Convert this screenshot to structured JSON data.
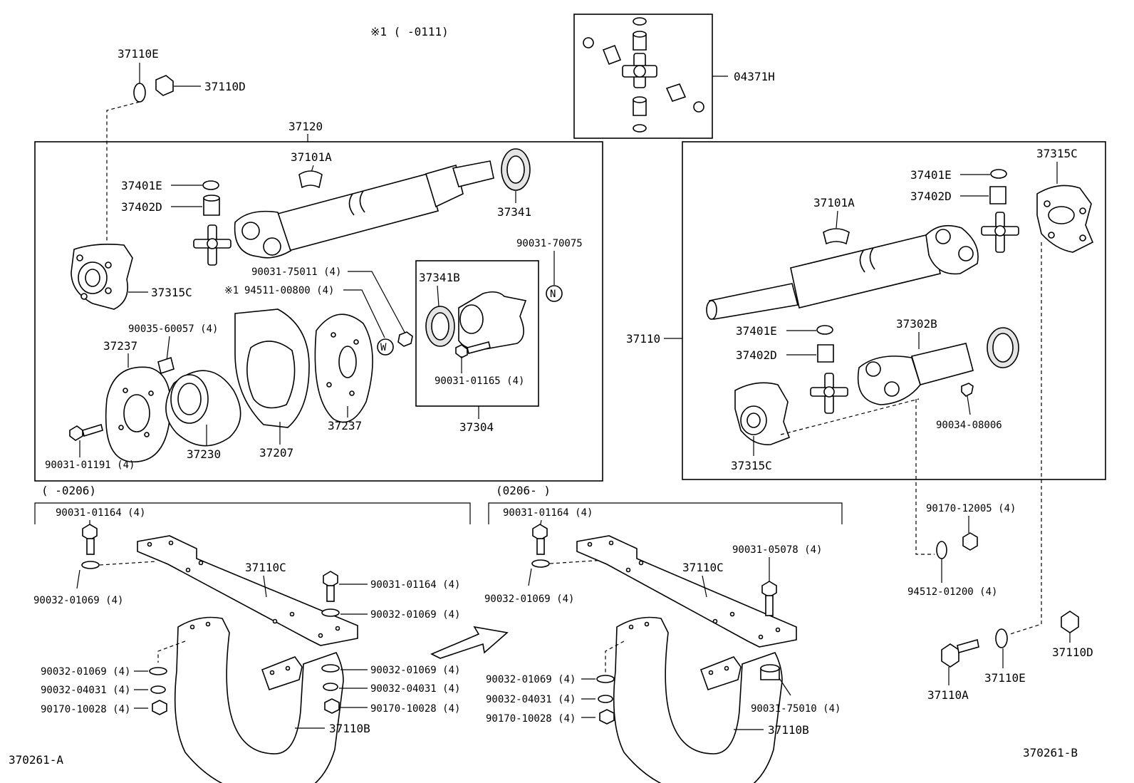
{
  "header": {
    "note": "※1 (     -0111)",
    "note_ref": "※1"
  },
  "codes": {
    "left": "370261-A",
    "right": "370261-B"
  },
  "top": {
    "l_37110e": "37110E",
    "l_37110d": "37110D",
    "l_04371h": "04371H",
    "l_37120": "37120"
  },
  "box1": {
    "l_37101a": "37101A",
    "l_37401e": "37401E",
    "l_37402d": "37402D",
    "l_37341": "37341",
    "l_90031_70075": "90031-70075",
    "l_90031_75011": "90031-75011 (4)",
    "l_94511_00800": "94511-00800 (4)",
    "l_37315c": "37315C",
    "l_90035_60057": "90035-60057 (4)",
    "l_37237a": "37237",
    "l_37341b": "37341B",
    "l_90031_01165": "90031-01165 (4)",
    "l_37237b": "37237",
    "l_37207": "37207",
    "l_37230": "37230",
    "l_37304": "37304",
    "l_90031_01191": "90031-01191 (4)",
    "badge_n": "N",
    "badge_w": "W"
  },
  "box2": {
    "l_37315c_top": "37315C",
    "l_37401e": "37401E",
    "l_37402d": "37402D",
    "l_37101a": "37101A",
    "l_37110": "37110",
    "l_37401e_b": "37401E",
    "l_37402d_b": "37402D",
    "l_37302b": "37302B",
    "l_90034_08006": "90034-08006",
    "l_37315c_bot": "37315C"
  },
  "lower_left": {
    "range": "(     -0206)",
    "l_90031_01164a": "90031-01164 (4)",
    "l_37110c": "37110C",
    "l_90032_01069a": "90032-01069 (4)",
    "l_90031_01164b": "90031-01164 (4)",
    "l_90032_01069b": "90032-01069 (4)",
    "l_90032_01069c": "90032-01069 (4)",
    "l_90032_04031a": "90032-04031 (4)",
    "l_90170_10028a": "90170-10028 (4)",
    "l_90032_01069d": "90032-01069 (4)",
    "l_90032_04031b": "90032-04031 (4)",
    "l_90170_10028b": "90170-10028 (4)",
    "l_37110b": "37110B"
  },
  "lower_mid": {
    "range": "(0206-     )",
    "l_90031_01164": "90031-01164 (4)",
    "l_90031_05078": "90031-05078 (4)",
    "l_37110c": "37110C",
    "l_90032_01069a": "90032-01069 (4)",
    "l_90032_01069b": "90032-01069 (4)",
    "l_90032_04031": "90032-04031 (4)",
    "l_90170_10028": "90170-10028 (4)",
    "l_90031_75010": "90031-75010 (4)",
    "l_37110b": "37110B"
  },
  "lower_right": {
    "l_90170_12005": "90170-12005 (4)",
    "l_94512_01200": "94512-01200 (4)",
    "l_37110d": "37110D",
    "l_37110e": "37110E",
    "l_37110a": "37110A"
  }
}
